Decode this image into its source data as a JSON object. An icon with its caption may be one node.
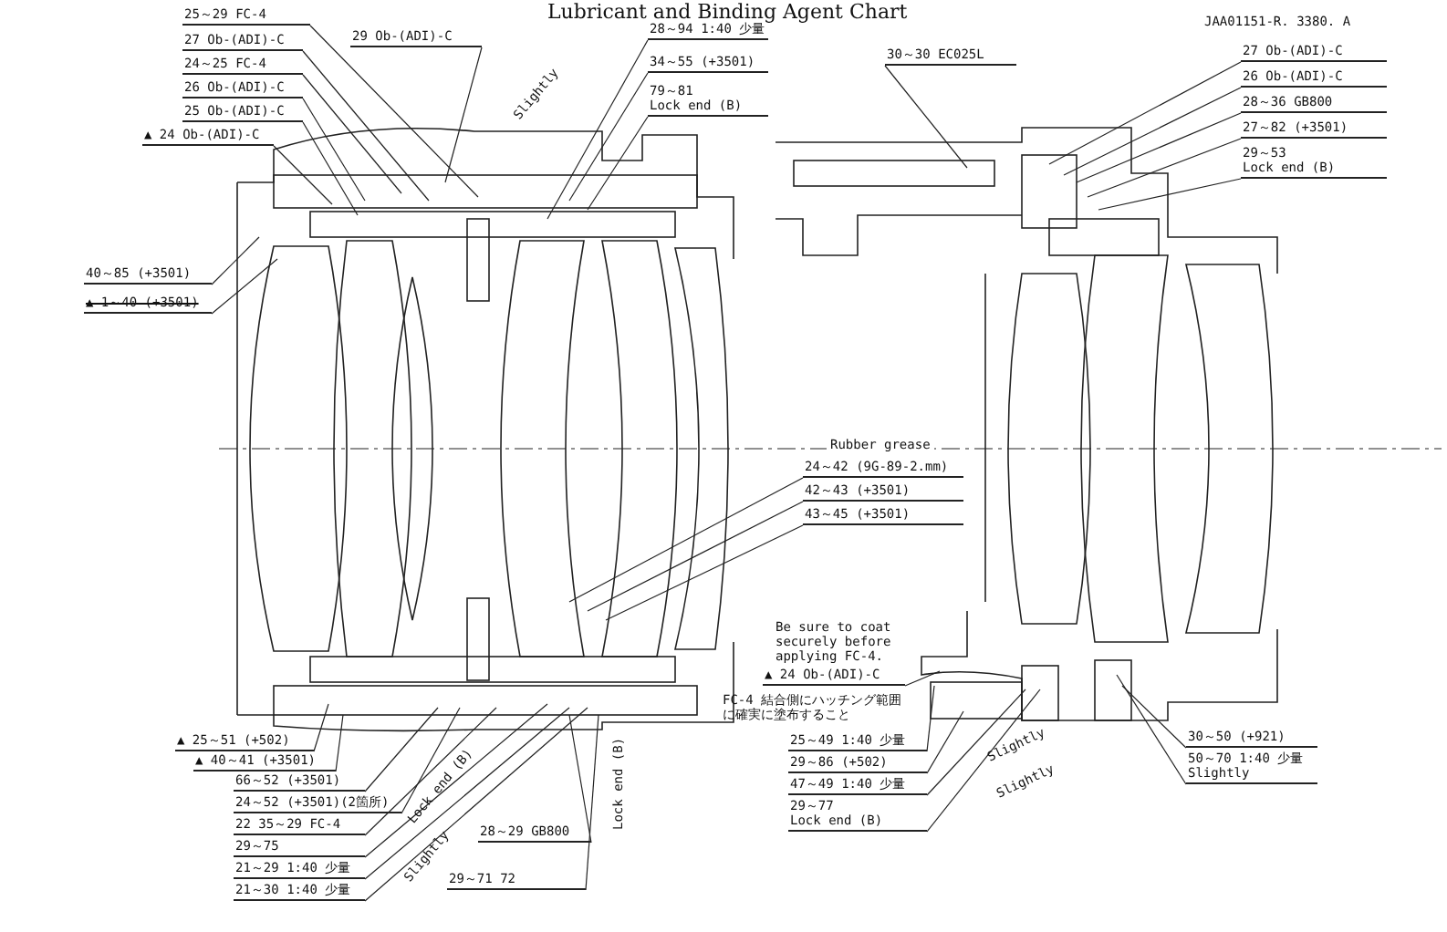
{
  "diagram": {
    "title": "Lubricant and Binding Agent Chart",
    "nodes": [
      {
        "text": [
          "25～29 FC-4"
        ]
      },
      {
        "text": [
          "27 Ob-(ADI)-C"
        ]
      },
      {
        "text": [
          "24～25 FC-4"
        ]
      },
      {
        "text": [
          "26 Ob-(ADI)-C"
        ]
      },
      {
        "text": [
          "25 Ob-(ADI)-C"
        ]
      },
      {
        "text": [
          "▲ 24 Ob-(ADI)-C"
        ]
      },
      {
        "text": [
          "29 Ob-(ADI)-C"
        ]
      },
      {
        "text": [
          "28～94 1:40 少量"
        ]
      },
      {
        "text": [
          "34～55 (+3501)"
        ]
      },
      {
        "text": [
          "79～81",
          "Lock end (B)"
        ]
      },
      {
        "text": [
          "40～85 (+3501)"
        ]
      },
      {
        "text": [
          "▲ 1～40 (+3501)"
        ]
      },
      {
        "text": [
          "30～30 EC025L"
        ]
      },
      {
        "text": [
          "27 Ob-(ADI)-C"
        ]
      },
      {
        "text": [
          "26 Ob-(ADI)-C"
        ]
      },
      {
        "text": [
          "28～36 GB800"
        ]
      },
      {
        "text": [
          "27～82 (+3501)"
        ]
      },
      {
        "text": [
          "29～53",
          "Lock end (B)"
        ]
      },
      {
        "text": [
          "24～42 (9G-89-2.mm)"
        ]
      },
      {
        "text": [
          "42～43 (+3501)"
        ]
      },
      {
        "text": [
          "43～45 (+3501)"
        ]
      },
      {
        "text": [
          "▲ 25～51 (+502)"
        ]
      },
      {
        "text": [
          "▲ 40～41 (+3501)"
        ]
      },
      {
        "text": [
          "66～52 (+3501)"
        ]
      },
      {
        "text": [
          "24～52 (+3501)(2箇所)"
        ]
      },
      {
        "text": [
          "22 35～29 FC-4"
        ]
      },
      {
        "text": [
          "29～75"
        ]
      },
      {
        "text": [
          "21～29 1:40 少量"
        ]
      },
      {
        "text": [
          "21～30 1:40 少量"
        ]
      },
      {
        "text": [
          "28～29 GB800"
        ]
      },
      {
        "text": [
          "29～71 72"
        ]
      },
      {
        "text": [
          "▲ 24 Ob-(ADI)-C"
        ]
      },
      {
        "text": [
          "25～49 1:40 少量"
        ]
      },
      {
        "text": [
          "29～86 (+502)"
        ]
      },
      {
        "text": [
          "47～49 1:40 少量"
        ]
      },
      {
        "text": [
          "29～77",
          "Lock end (B)"
        ]
      },
      {
        "text": [
          "30～50 (+921)"
        ]
      },
      {
        "text": [
          "50～70 1:40 少量",
          "Slightly"
        ]
      }
    ],
    "edges": [
      {
        "from": 0,
        "to": null,
        "arrow": "none"
      },
      {
        "from": 1,
        "to": null,
        "arrow": "none"
      },
      {
        "from": 2,
        "to": null,
        "arrow": "none"
      },
      {
        "from": 3,
        "to": null,
        "arrow": "none"
      },
      {
        "from": 4,
        "to": null,
        "arrow": "none"
      },
      {
        "from": 5,
        "to": null,
        "arrow": "none"
      },
      {
        "from": 6,
        "to": null,
        "arrow": "none"
      },
      {
        "from": 7,
        "to": null,
        "arrow": "none"
      },
      {
        "from": 8,
        "to": null,
        "arrow": "none"
      },
      {
        "from": 9,
        "to": null,
        "arrow": "none"
      },
      {
        "from": 10,
        "to": null,
        "arrow": "none"
      },
      {
        "from": 11,
        "to": null,
        "arrow": "none"
      },
      {
        "from": 12,
        "to": null,
        "arrow": "none"
      },
      {
        "from": 13,
        "to": null,
        "arrow": "none"
      },
      {
        "from": 14,
        "to": null,
        "arrow": "none"
      },
      {
        "from": 15,
        "to": null,
        "arrow": "none"
      },
      {
        "from": 16,
        "to": null,
        "arrow": "none"
      },
      {
        "from": 17,
        "to": null,
        "arrow": "none"
      },
      {
        "from": 18,
        "to": null,
        "arrow": "none"
      },
      {
        "from": 19,
        "to": null,
        "arrow": "none"
      },
      {
        "from": 20,
        "to": null,
        "arrow": "none"
      },
      {
        "from": 21,
        "to": null,
        "arrow": "none"
      },
      {
        "from": 22,
        "to": null,
        "arrow": "none"
      },
      {
        "from": 23,
        "to": null,
        "arrow": "none"
      },
      {
        "from": 24,
        "to": null,
        "arrow": "none"
      },
      {
        "from": 25,
        "to": null,
        "arrow": "none"
      },
      {
        "from": 26,
        "to": null,
        "arrow": "none"
      },
      {
        "from": 27,
        "to": null,
        "arrow": "none"
      },
      {
        "from": 28,
        "to": null,
        "arrow": "none"
      },
      {
        "from": 29,
        "to": null,
        "arrow": "none"
      },
      {
        "from": 30,
        "to": null,
        "arrow": "none"
      },
      {
        "from": 31,
        "to": null,
        "arrow": "none"
      },
      {
        "from": 32,
        "to": null,
        "arrow": "none"
      },
      {
        "from": 33,
        "to": null,
        "arrow": "none"
      },
      {
        "from": 34,
        "to": null,
        "arrow": "none"
      },
      {
        "from": 35,
        "to": null,
        "arrow": "none"
      },
      {
        "from": 36,
        "to": null,
        "arrow": "none"
      },
      {
        "from": 37,
        "to": null,
        "arrow": "none"
      }
    ],
    "labels": [
      "JAA01151-R. 3380. A",
      "Slightly",
      "Rubber grease",
      "Be sure to coat securely before applying FC-4.",
      "FC-4 結合側にハッチング範囲に確実に塗布すること",
      "Lock end (B)",
      "Slightly",
      "Lock end (B)",
      "Slightly",
      "Slightly"
    ]
  }
}
